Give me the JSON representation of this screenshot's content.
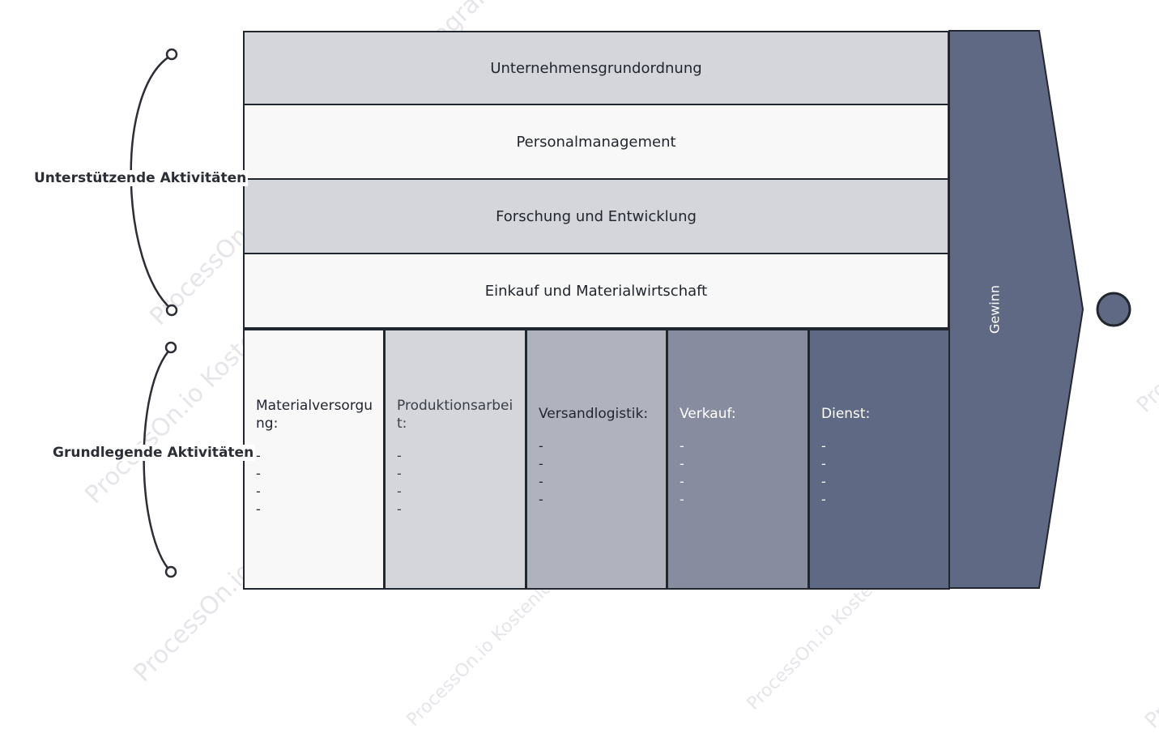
{
  "diagram": {
    "support_label": "Unterstützende Aktivitäten",
    "primary_label": "Grundlegende Aktivitäten",
    "margin_label": "Gewinn",
    "support_activities": [
      "Unternehmensgrundordnung",
      "Personalmanagement",
      "Forschung und Entwicklung",
      "Einkauf und Materialwirtschaft"
    ],
    "primary_activities": [
      {
        "title": "Materialversorgung:",
        "items": [
          "-",
          "-",
          "-",
          "-"
        ]
      },
      {
        "title": "Produktionsarbeit:",
        "items": [
          "-",
          "-",
          "-",
          "-"
        ]
      },
      {
        "title": "Versandlogistik:",
        "items": [
          "-",
          "-",
          "-",
          "-"
        ]
      },
      {
        "title": "Verkauf:",
        "items": [
          "-",
          "-",
          "-",
          "-"
        ]
      },
      {
        "title": "Dienst:",
        "items": [
          "-",
          "-",
          "-",
          "-"
        ]
      }
    ],
    "colors": {
      "outline": "#22262e",
      "light_band": "#d5d6dc",
      "white_band": "#f8f8f8",
      "col_3": "#b0b3be",
      "col_4": "#878c9f",
      "margin_arrow": "#5f6983"
    }
  },
  "watermark": "ProcessOn.io Kostenloses Flussdiagramm"
}
